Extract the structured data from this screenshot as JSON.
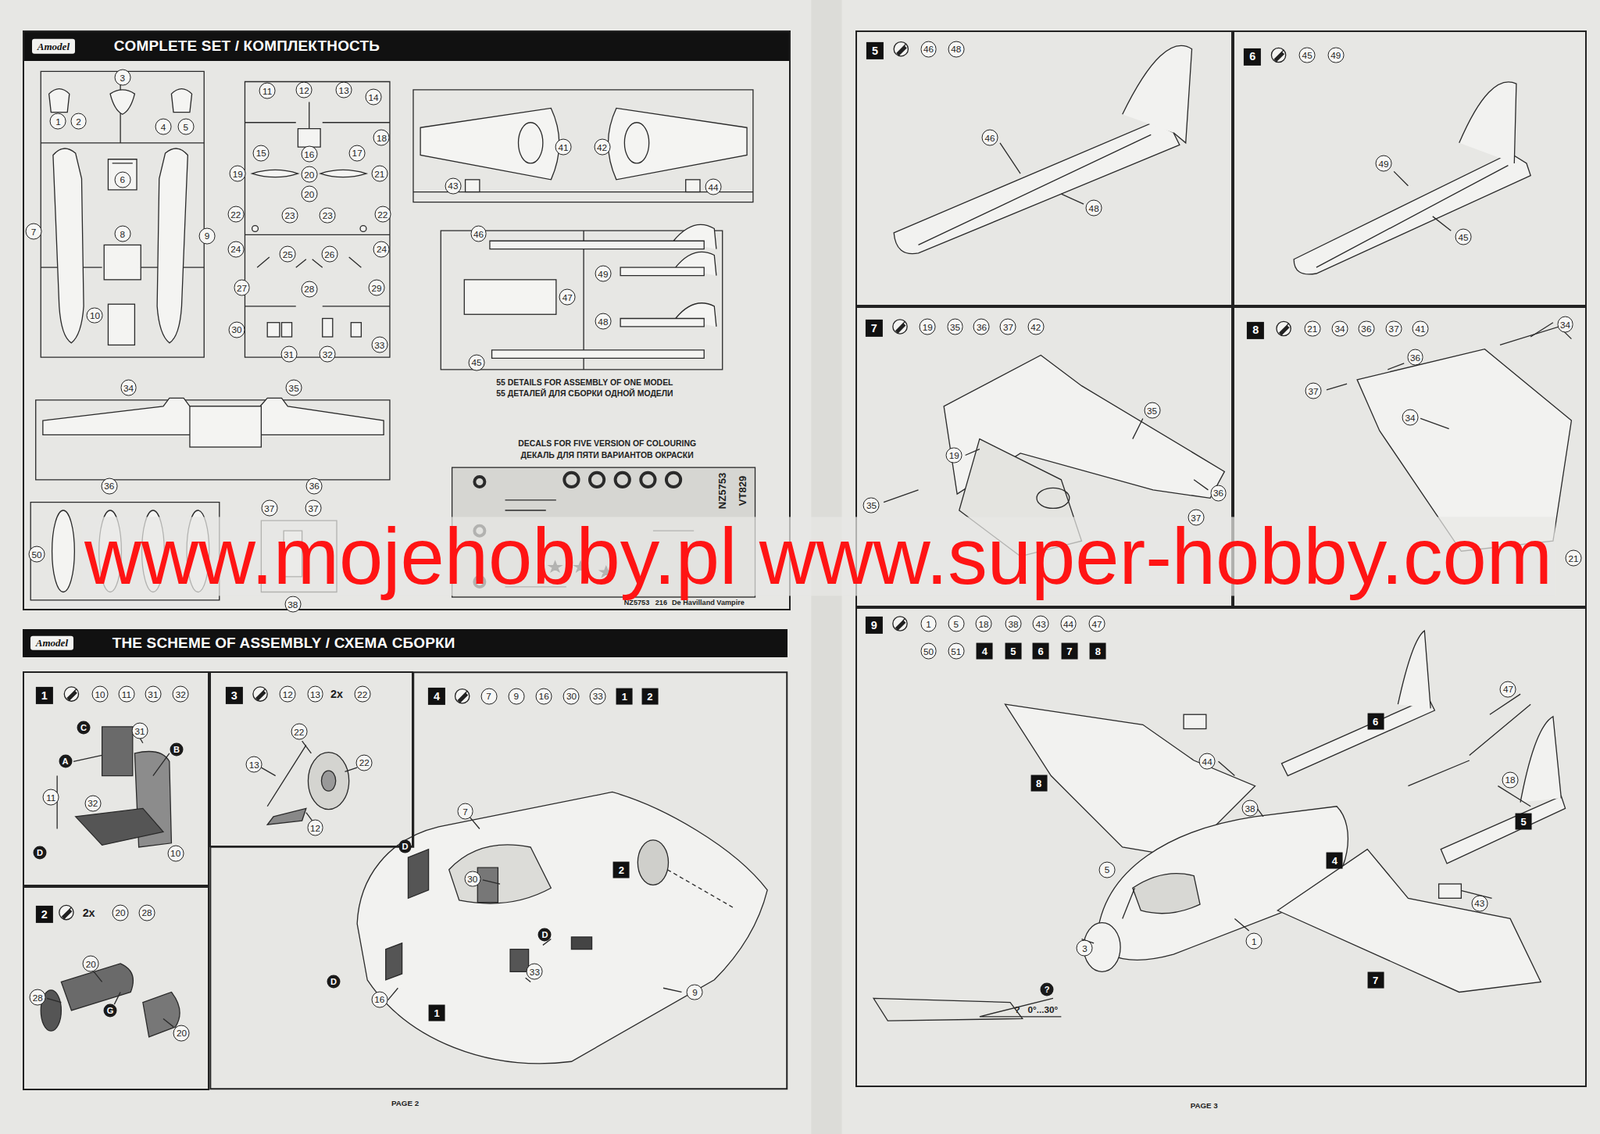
{
  "diagram": {
    "nodes": [
      {
        "text": [
          "Amodel",
          "COMPLETE SET / КОМПЛЕКТНОСТЬ"
        ]
      },
      {
        "text": [
          "Amodel",
          "THE SCHEME OF ASSEMBLY / СХЕМА СБОРКИ"
        ]
      },
      {
        "text": [
          "1"
        ],
        "in": 1
      },
      {
        "text": [
          "2"
        ],
        "in": 1
      },
      {
        "text": [
          "3"
        ],
        "in": 1
      },
      {
        "text": [
          "4"
        ],
        "in": 1
      },
      {
        "text": [
          "5"
        ]
      },
      {
        "text": [
          "6"
        ]
      },
      {
        "text": [
          "7"
        ]
      },
      {
        "text": [
          "8"
        ]
      },
      {
        "text": [
          "9"
        ]
      }
    ],
    "labels": [
      "3",
      "1",
      "2",
      "4",
      "5",
      "6",
      "7",
      "8",
      "9",
      "10",
      "11",
      "12",
      "13",
      "14",
      "15",
      "16",
      "17",
      "18",
      "19",
      "20",
      "21",
      "20",
      "22",
      "23",
      "23",
      "22",
      "24",
      "25",
      "26",
      "24",
      "27",
      "28",
      "29",
      "30",
      "31",
      "32",
      "33",
      "41",
      "42",
      "43",
      "44",
      "46",
      "49",
      "47",
      "48",
      "45",
      "34",
      "35",
      "36",
      "36",
      "50",
      "37",
      "37",
      "38",
      "55 DETAILS FOR ASSEMBLY OF ONE MODEL",
      "55 ДЕТАЛЕЙ ДЛЯ СБОРКИ ОДНОЙ МОДЕЛИ",
      "DECALS FOR FIVE VERSION OF COLOURING",
      "ДЕКАЛЬ ДЛЯ ПЯТИ ВАРИАНТОВ ОКРАСКИ",
      "NZ5753",
      "VT829",
      "NZ5753",
      "216",
      "De Havilland Vampire",
      "www.mojehobby.pl www.super-hobby.com",
      "10",
      "11",
      "31",
      "32",
      "C",
      "31",
      "B",
      "A",
      "11",
      "32",
      "D",
      "10",
      "2x",
      "20",
      "28",
      "20",
      "28",
      "G",
      "20",
      "12",
      "13",
      "2x",
      "22",
      "22",
      "22",
      "13",
      "12",
      "7",
      "9",
      "16",
      "30",
      "33",
      "1",
      "2",
      "7",
      "D",
      "30",
      "2",
      "D",
      "33",
      "D",
      "16",
      "1",
      "9",
      "46",
      "48",
      "46",
      "48",
      "45",
      "49",
      "49",
      "45",
      "19",
      "35",
      "36",
      "37",
      "42",
      "35",
      "19",
      "36",
      "37",
      "35",
      "21",
      "34",
      "36",
      "37",
      "41",
      "34",
      "36",
      "37",
      "34",
      "21",
      "1",
      "5",
      "18",
      "38",
      "43",
      "44",
      "47",
      "50",
      "51",
      "4",
      "5",
      "6",
      "7",
      "8",
      "47",
      "6",
      "44",
      "8",
      "18",
      "38",
      "5",
      "4",
      "5",
      "43",
      "1",
      "3",
      "7",
      "?",
      "?",
      "0°...30°",
      "PAGE 2",
      "PAGE 3"
    ]
  }
}
